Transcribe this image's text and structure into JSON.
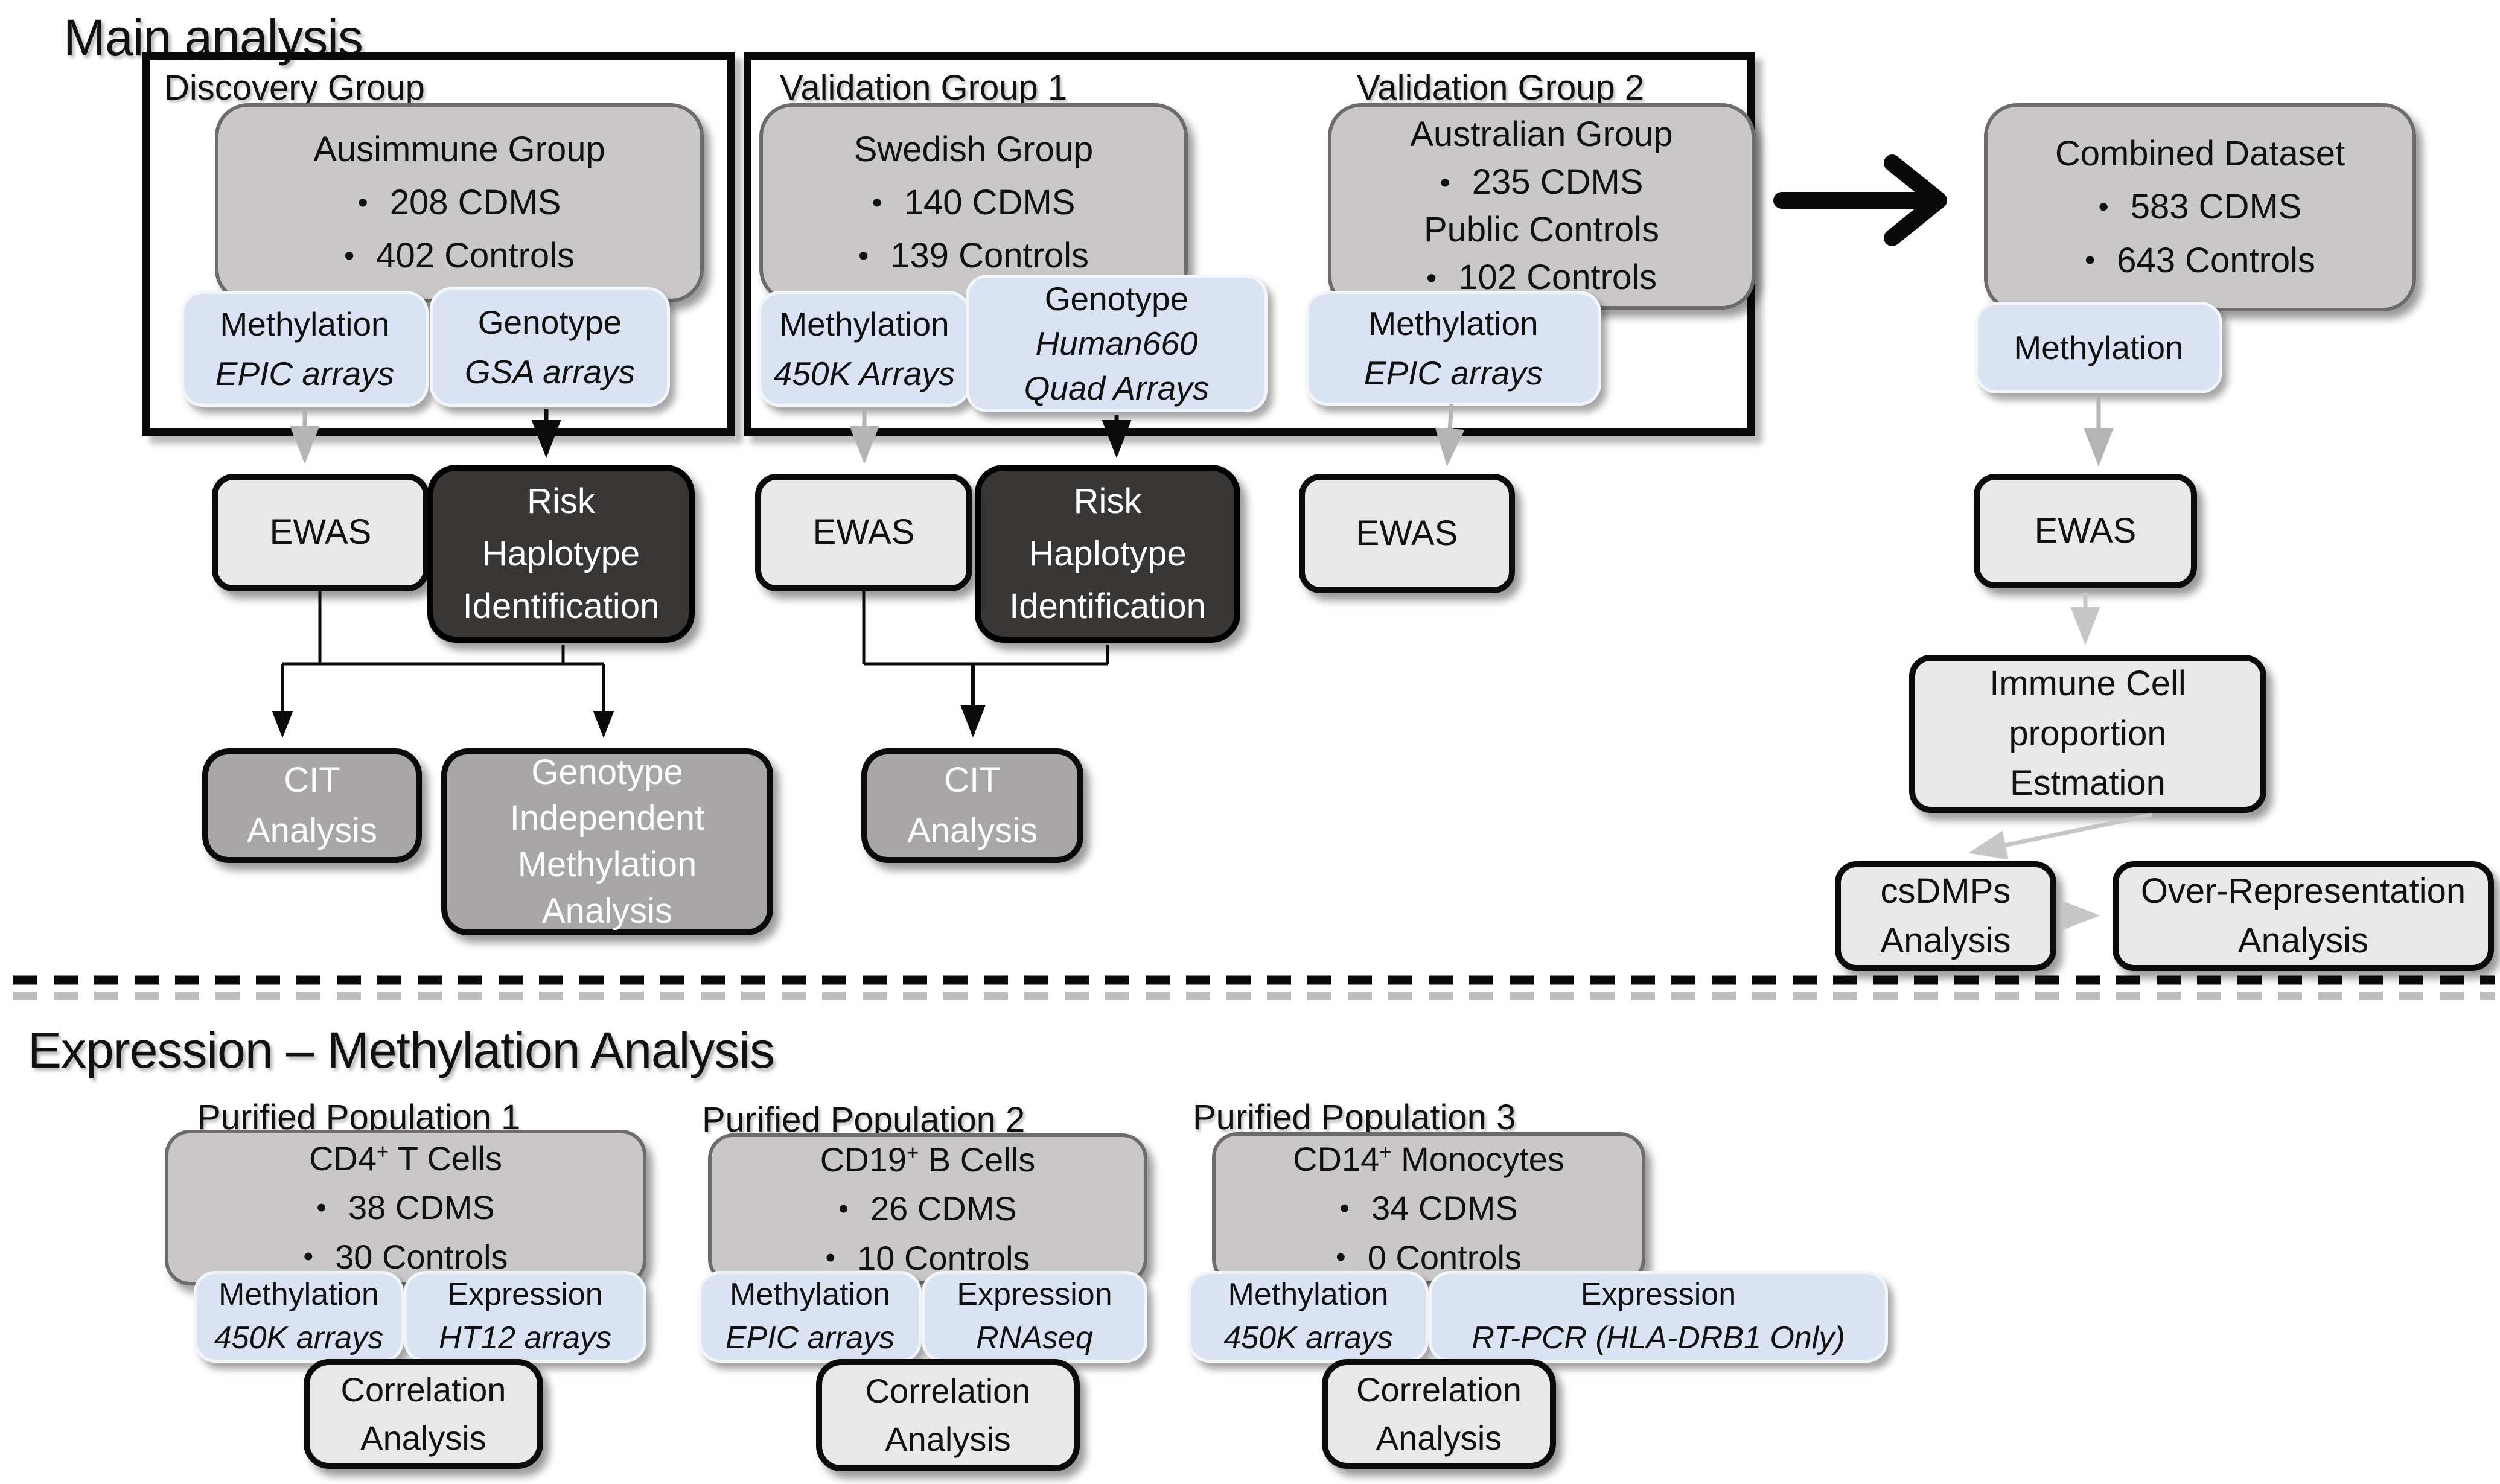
{
  "bullet_char": "•",
  "colors": {
    "cohort_fill": "#c9c7c7",
    "cohort_border": "#6d6b6b",
    "assay_fill": "#dae3f3",
    "light_fill": "#e9e8e8",
    "dark_fill": "#393636",
    "mid_fill": "#a8a6a6",
    "arrow_gray": "#b4b4b4",
    "arrow_black": "#0b0b0b"
  },
  "main": {
    "title": "Main analysis",
    "discovery": {
      "label": "Discovery Group",
      "cohort": {
        "title": "Ausimmune Group",
        "bullets": [
          "208 CDMS",
          "402 Controls"
        ]
      },
      "methylation": {
        "line1": "Methylation",
        "line2": "EPIC arrays"
      },
      "genotype": {
        "line1": "Genotype",
        "line2": "GSA arrays"
      },
      "ewas": "EWAS",
      "risk": {
        "line1": "Risk",
        "line2": "Haplotype",
        "line3": "Identification"
      },
      "cit": {
        "line1": "CIT",
        "line2": "Analysis"
      },
      "gima": {
        "line1": "Genotype",
        "line2": "Independent",
        "line3": "Methylation",
        "line4": "Analysis"
      }
    },
    "validation1": {
      "label": "Validation Group 1",
      "cohort": {
        "title": "Swedish Group",
        "bullets": [
          "140 CDMS",
          "139 Controls"
        ]
      },
      "methylation": {
        "line1": "Methylation",
        "line2": "450K Arrays"
      },
      "genotype": {
        "line1": "Genotype",
        "line2": "Human660",
        "line3": "Quad Arrays"
      },
      "ewas": "EWAS",
      "risk": {
        "line1": "Risk",
        "line2": "Haplotype",
        "line3": "Identification"
      },
      "cit": {
        "line1": "CIT",
        "line2": "Analysis"
      }
    },
    "validation2": {
      "label": "Validation Group 2",
      "cohort": {
        "title": "Australian Group",
        "bullet1": "235 CDMS",
        "middle": "Public Controls",
        "bullet2": "102 Controls"
      },
      "methylation": {
        "line1": "Methylation",
        "line2": "EPIC arrays"
      },
      "ewas": "EWAS"
    },
    "combined": {
      "cohort": {
        "title": "Combined Dataset",
        "bullets": [
          "583 CDMS",
          "643 Controls"
        ]
      },
      "methylation": {
        "line1": "Methylation"
      },
      "ewas": "EWAS",
      "immune": {
        "line1": "Immune Cell",
        "line2": "proportion",
        "line3": "Estmation"
      },
      "csdmps": {
        "line1": "csDMPs",
        "line2": "Analysis"
      },
      "overrep": {
        "line1": "Over-Representation",
        "line2": "Analysis"
      }
    }
  },
  "expression": {
    "title": "Expression – Methylation Analysis",
    "populations": [
      {
        "label": "Purified Population 1",
        "cell": {
          "pre": "CD4",
          "sup": "+",
          "post": " T Cells"
        },
        "bullets": [
          "38 CDMS",
          "30 Controls"
        ],
        "methylation": {
          "line1": "Methylation",
          "line2": "450K arrays"
        },
        "expr": {
          "line1": "Expression",
          "line2": "HT12 arrays"
        },
        "correlation": {
          "line1": "Correlation",
          "line2": "Analysis"
        }
      },
      {
        "label": "Purified Population 2",
        "cell": {
          "pre": "CD19",
          "sup": "+",
          "post": " B Cells"
        },
        "bullets": [
          "26 CDMS",
          "10 Controls"
        ],
        "methylation": {
          "line1": "Methylation",
          "line2": "EPIC arrays"
        },
        "expr": {
          "line1": "Expression",
          "line2": "RNAseq"
        },
        "correlation": {
          "line1": "Correlation",
          "line2": "Analysis"
        }
      },
      {
        "label": "Purified Population 3",
        "cell": {
          "pre": "CD14",
          "sup": "+",
          "post": " Monocytes"
        },
        "bullets": [
          "34 CDMS",
          "0 Controls"
        ],
        "methylation": {
          "line1": "Methylation",
          "line2": "450K arrays"
        },
        "expr": {
          "line1": "Expression",
          "line2": "RT-PCR (HLA-DRB1 Only)"
        },
        "correlation": {
          "line1": "Correlation",
          "line2": "Analysis"
        }
      }
    ]
  }
}
